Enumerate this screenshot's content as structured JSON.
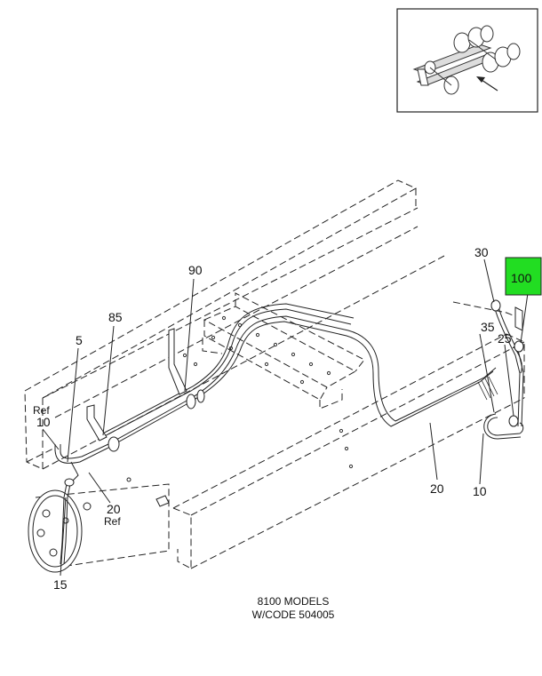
{
  "callouts": {
    "c30": "30",
    "c100": "100",
    "c90": "90",
    "c85": "85",
    "c5": "5",
    "c25": "25",
    "c35": "35",
    "cRef1": "Ref",
    "c10a": "10",
    "c20a": "20",
    "cRef2": "Ref",
    "c15": "15",
    "c20b": "20",
    "c10b": "10"
  },
  "caption": {
    "line1": "8100 MODELS",
    "line2": "W/CODE 504005"
  },
  "colors": {
    "highlight": "#22dd22",
    "line": "#222222"
  },
  "icons": {
    "locator": "truck-locator-icon",
    "arrow": "view-direction-arrow-icon"
  }
}
